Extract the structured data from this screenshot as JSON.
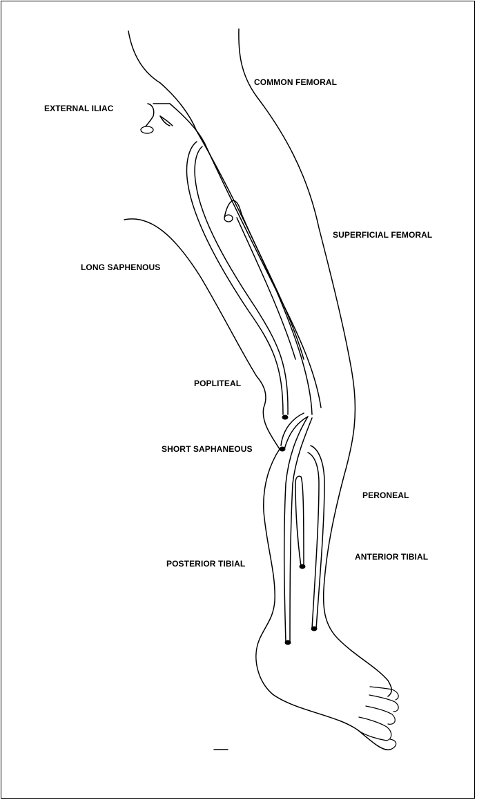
{
  "labels": {
    "common_femoral": "COMMON FEMORAL",
    "external_iliac": "EXTERNAL ILIAC",
    "superficial_femoral": "SUPERFICIAL FEMORAL",
    "long_saphenous": "LONG SAPHENOUS",
    "popliteal": "POPLITEAL",
    "short_saphaneous": "SHORT SAPHANEOUS",
    "peroneal": "PERONEAL",
    "posterior_tibial": "POSTERIOR TIBIAL",
    "anterior_tibial": "ANTERIOR TIBIAL"
  }
}
